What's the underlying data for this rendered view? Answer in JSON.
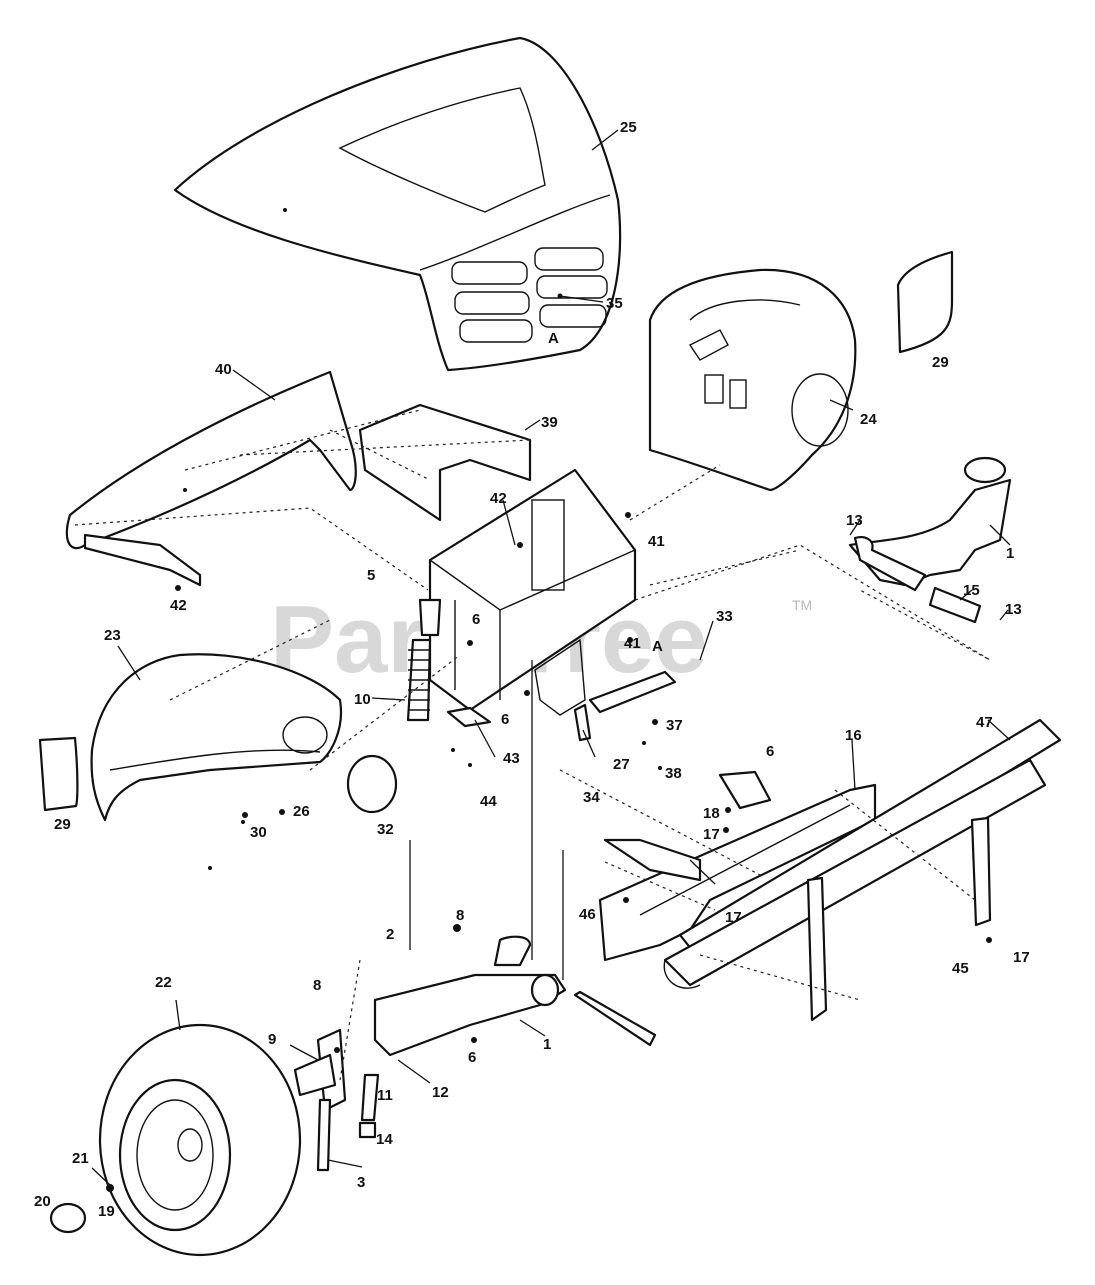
{
  "watermark": {
    "text": "PartsTree",
    "tm": "TM"
  },
  "view_markers": [
    "A",
    "A"
  ],
  "part_labels": [
    "25",
    "35",
    "29",
    "24",
    "40",
    "39",
    "42",
    "41",
    "13",
    "1",
    "15",
    "13",
    "5",
    "6",
    "23",
    "10",
    "41",
    "33",
    "37",
    "27",
    "38",
    "6",
    "16",
    "47",
    "43",
    "44",
    "29",
    "30",
    "26",
    "32",
    "34",
    "18",
    "17",
    "17",
    "46",
    "45",
    "17",
    "8",
    "2",
    "22",
    "8",
    "9",
    "6",
    "1",
    "12",
    "11",
    "14",
    "21",
    "20",
    "19",
    "3",
    "42",
    "6"
  ]
}
